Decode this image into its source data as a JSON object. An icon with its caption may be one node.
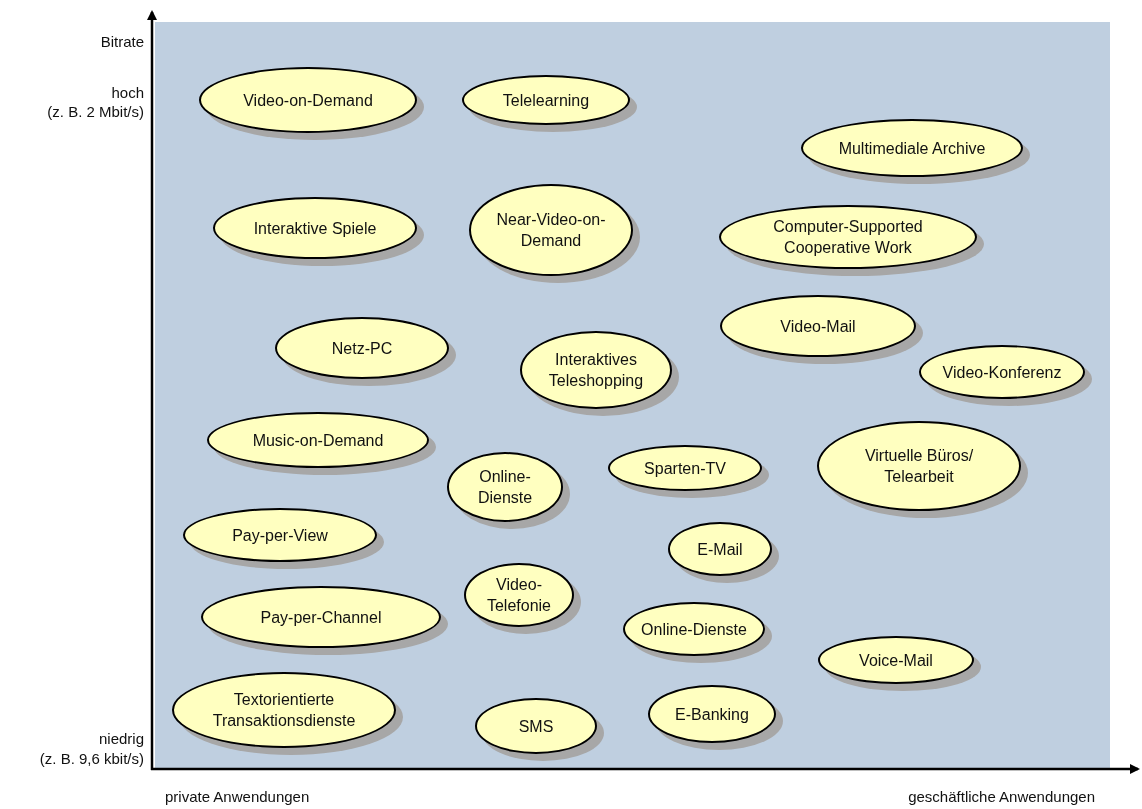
{
  "diagram": {
    "nodes": [
      {
        "text": [
          "Video-on-Demand"
        ]
      },
      {
        "text": [
          "Telelearning"
        ]
      },
      {
        "text": [
          "Multimediale Archive"
        ]
      },
      {
        "text": [
          "Interaktive Spiele"
        ]
      },
      {
        "text": [
          "Near-Video-on-Demand"
        ]
      },
      {
        "text": [
          "Computer-Supported Cooperative Work"
        ]
      },
      {
        "text": [
          "Video-Mail"
        ]
      },
      {
        "text": [
          "Netz-PC"
        ]
      },
      {
        "text": [
          "Video-Konferenz"
        ]
      },
      {
        "text": [
          "Interaktives Teleshopping"
        ]
      },
      {
        "text": [
          "Music-on-Demand"
        ]
      },
      {
        "text": [
          "Sparten-TV"
        ]
      },
      {
        "text": [
          "Virtuelle Büros/ Telearbeit"
        ]
      },
      {
        "text": [
          "Online-Dienste"
        ]
      },
      {
        "text": [
          "Pay-per-View"
        ]
      },
      {
        "text": [
          "E-Mail"
        ]
      },
      {
        "text": [
          "Video-Telefonie"
        ]
      },
      {
        "text": [
          "Pay-per-Channel"
        ]
      },
      {
        "text": [
          "Online-Dienste"
        ]
      },
      {
        "text": [
          "Voice-Mail"
        ]
      },
      {
        "text": [
          "Textorientierte Transaktionsdienste"
        ]
      },
      {
        "text": [
          "SMS"
        ]
      },
      {
        "text": [
          "E-Banking"
        ]
      }
    ],
    "edges": [],
    "labels": [
      "Bitrate",
      "hoch",
      "(z. B. 2 Mbit/s)",
      "niedrig",
      "(z. B. 9,6 kbit/s)",
      "private Anwendungen",
      "geschäftliche Anwendungen"
    ]
  }
}
